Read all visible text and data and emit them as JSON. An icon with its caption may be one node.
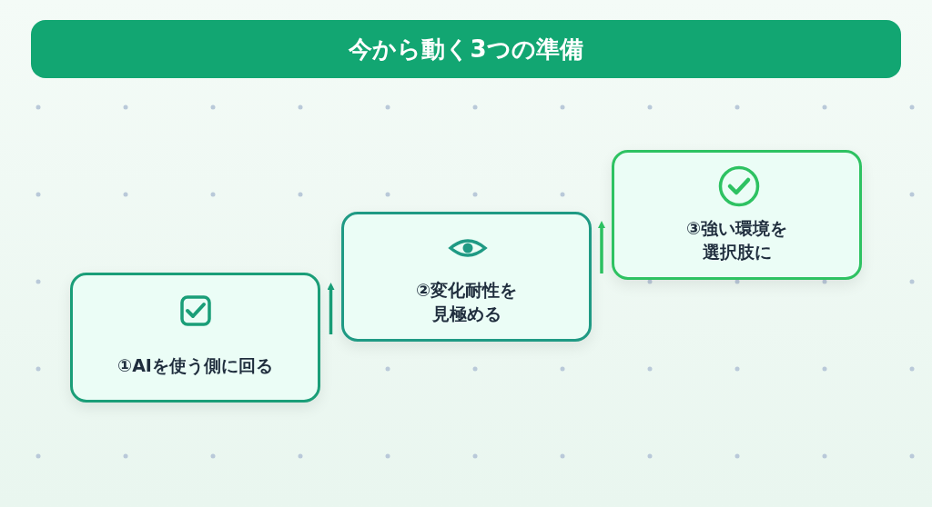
{
  "diagram": {
    "title": "今から動く3つの準備",
    "nodes": [
      {
        "text": [
          "①AIを使う側に回る"
        ]
      },
      {
        "text": [
          "②変化耐性を見極める"
        ]
      },
      {
        "text": [
          "③強い環境を選択肢に"
        ]
      }
    ],
    "edges": [
      {
        "from": 0,
        "to": 1,
        "arrow": "to",
        "color": "#1a9e78"
      },
      {
        "from": 1,
        "to": 2,
        "arrow": "to",
        "color": "#2ec262"
      }
    ]
  }
}
